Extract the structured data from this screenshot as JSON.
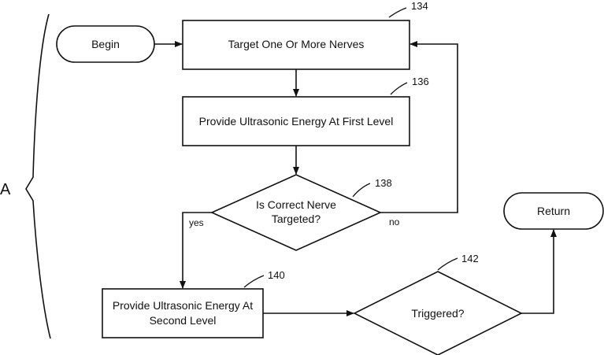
{
  "brace_label": "A",
  "nodes": {
    "begin": "Begin",
    "target": "Target One Or More Nerves",
    "provide_first": "Provide Ultrasonic Energy At First Level",
    "decision_nerve": [
      "Is Correct Nerve",
      "Targeted?"
    ],
    "provide_second": [
      "Provide Ultrasonic Energy At",
      "Second Level"
    ],
    "decision_triggered": "Triggered?",
    "return": "Return"
  },
  "refs": {
    "target": "134",
    "provide_first": "136",
    "decision_nerve": "138",
    "provide_second": "140",
    "decision_triggered": "142"
  },
  "edges": {
    "yes": "yes",
    "no": "no"
  }
}
